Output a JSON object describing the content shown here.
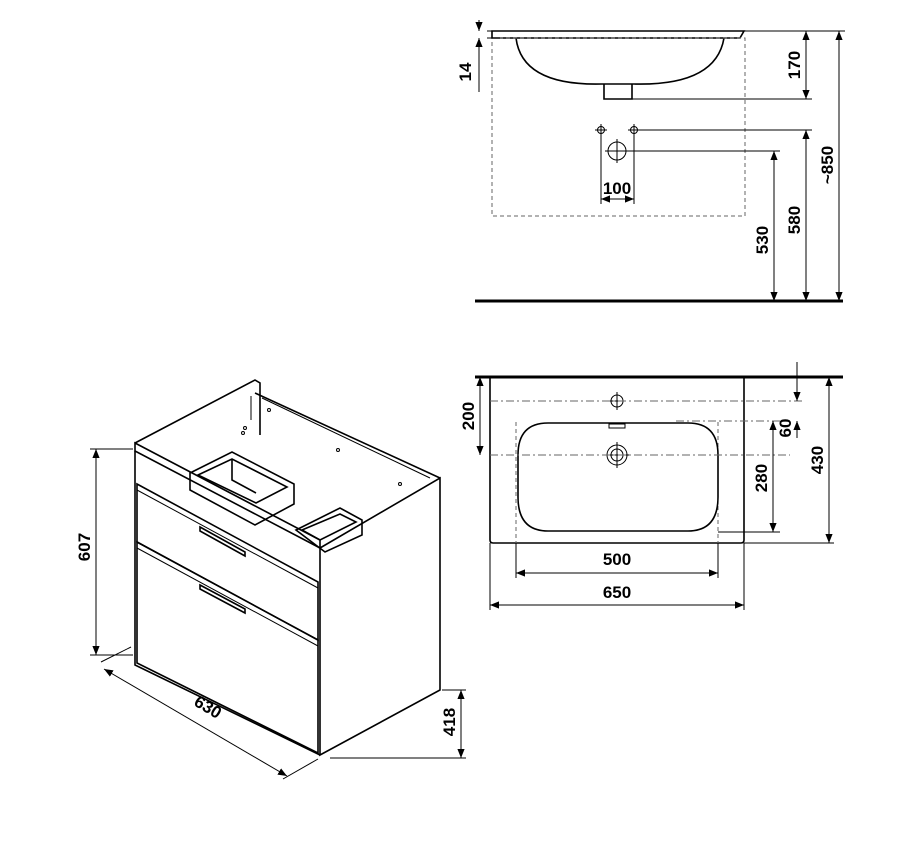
{
  "side_view": {
    "dim_14": "14",
    "dim_170": "170",
    "dim_850": "~850",
    "dim_100": "100",
    "dim_580": "580",
    "dim_530": "530"
  },
  "top_view": {
    "dim_200": "200",
    "dim_60": "60",
    "dim_430": "430",
    "dim_280": "280",
    "dim_500": "500",
    "dim_650": "650"
  },
  "cabinet_view": {
    "dim_607": "607",
    "dim_630": "630",
    "dim_418": "418"
  }
}
